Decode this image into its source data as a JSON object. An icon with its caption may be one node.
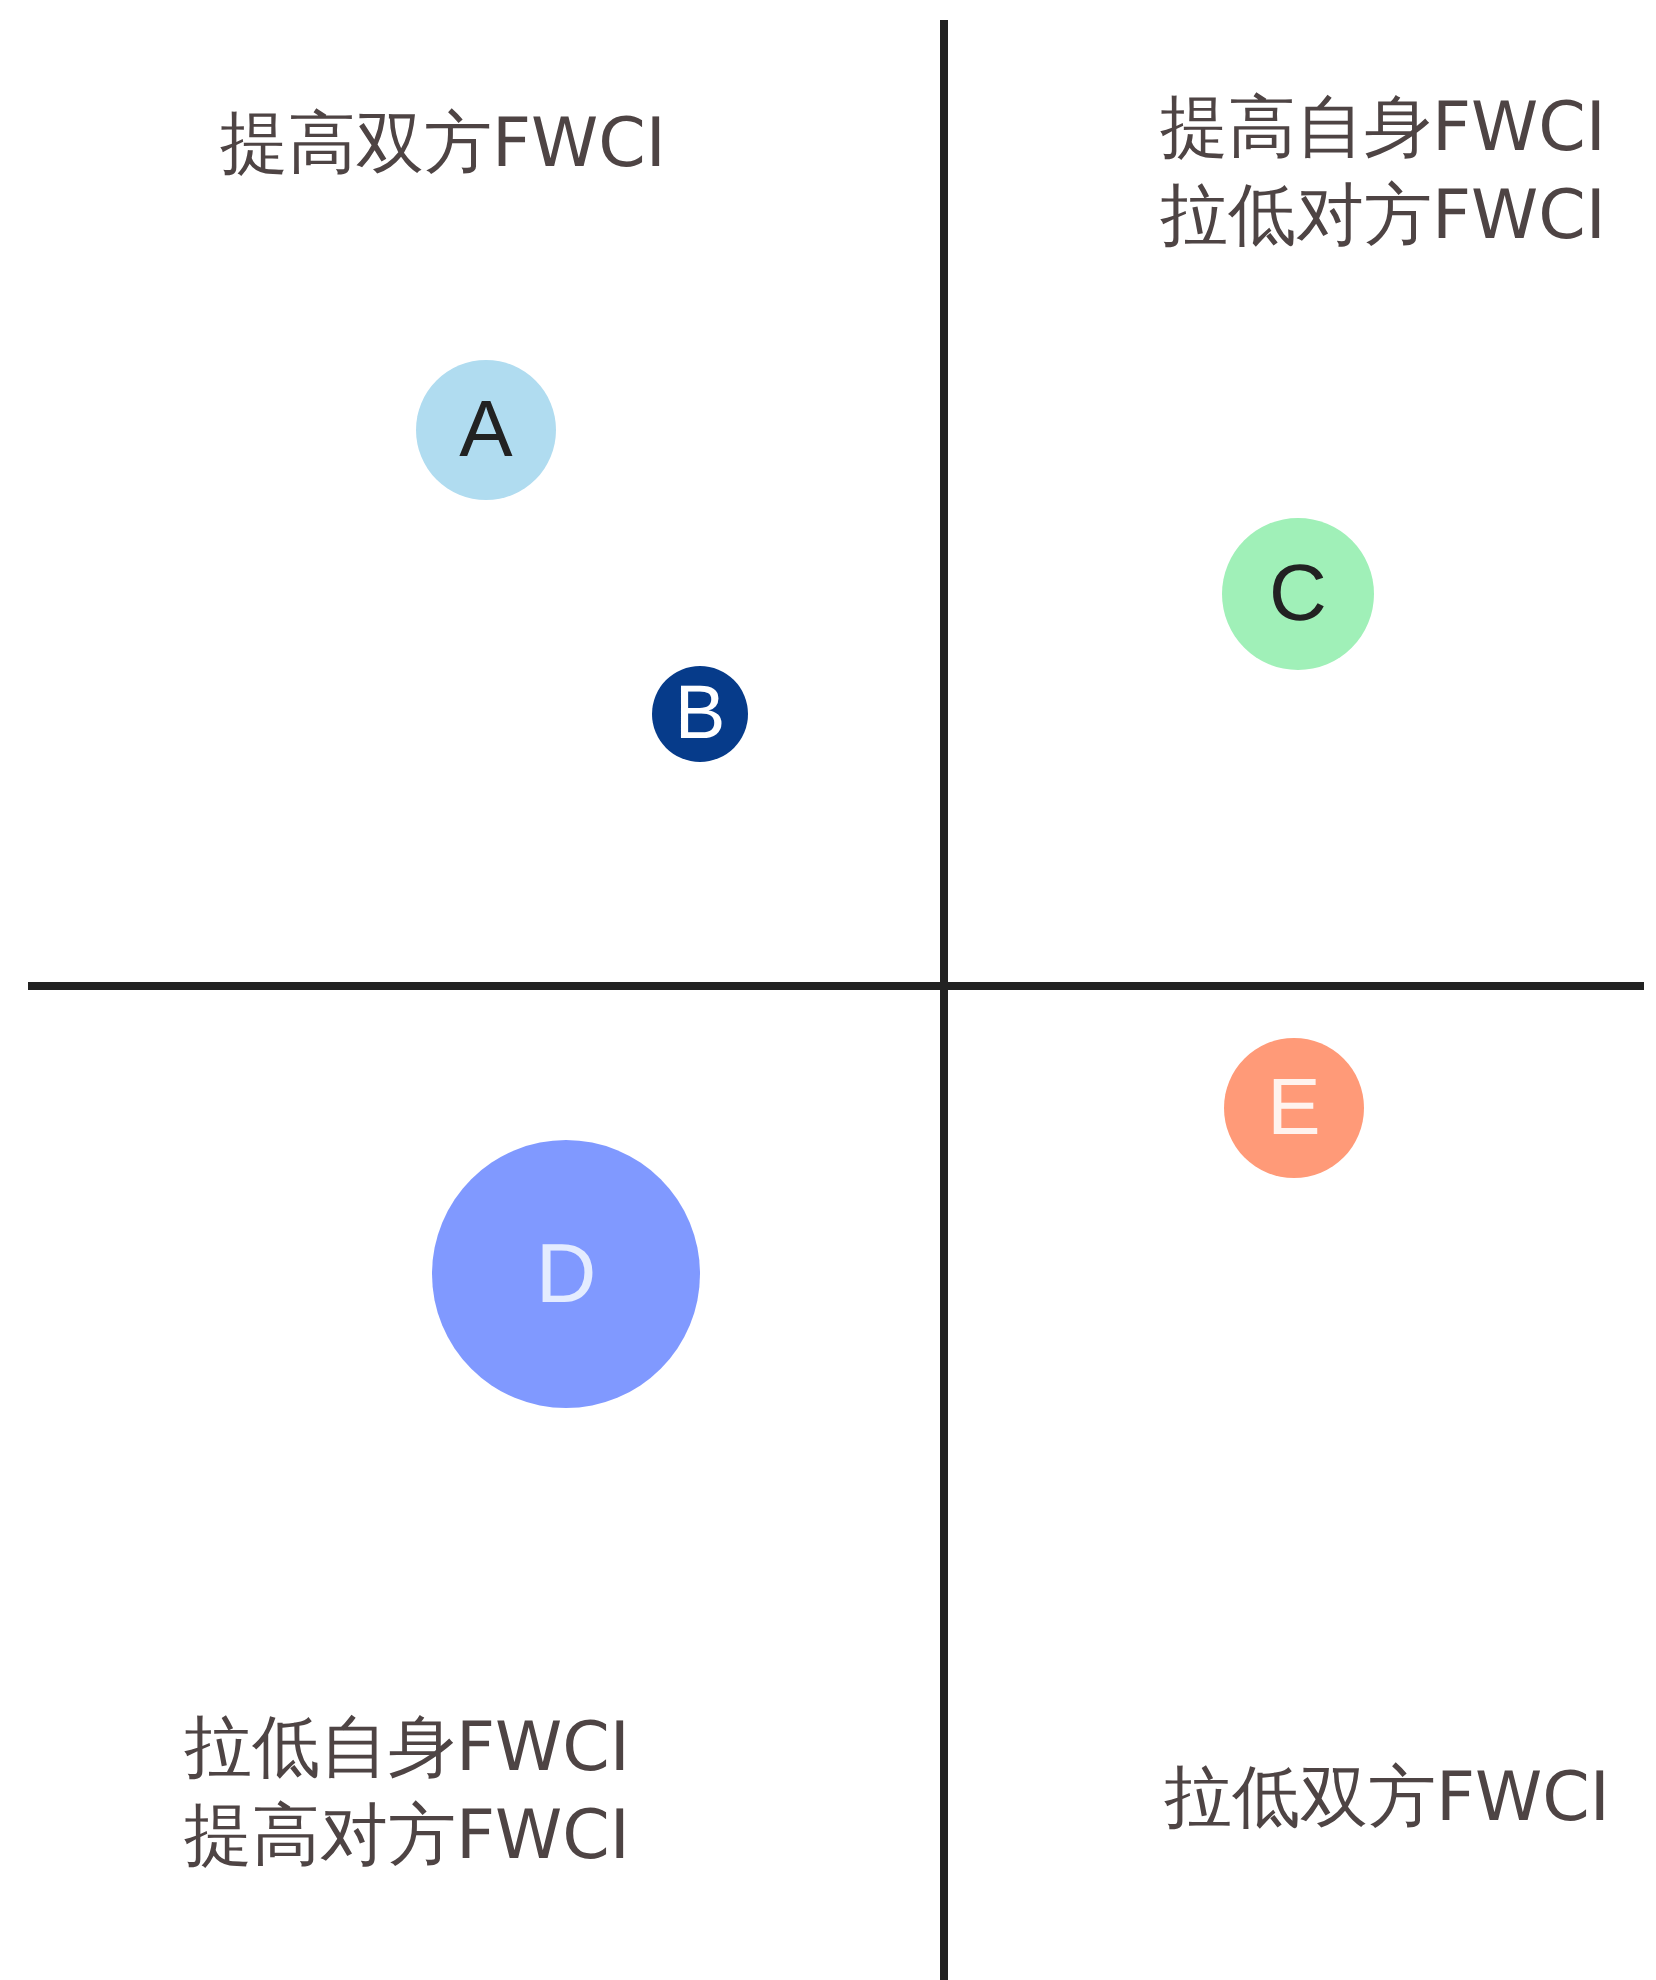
{
  "diagram": {
    "nodes": [
      {
        "text": [
          "A"
        ]
      },
      {
        "text": [
          "B"
        ]
      },
      {
        "text": [
          "C"
        ]
      },
      {
        "text": [
          "D"
        ]
      },
      {
        "text": [
          "E"
        ]
      }
    ],
    "labels": [
      "提高双方FWCI",
      "提高自身FWCI 拉低对方FWCI",
      "拉低自身FWCI 提高对方FWCI",
      "拉低双方FWCI"
    ]
  }
}
